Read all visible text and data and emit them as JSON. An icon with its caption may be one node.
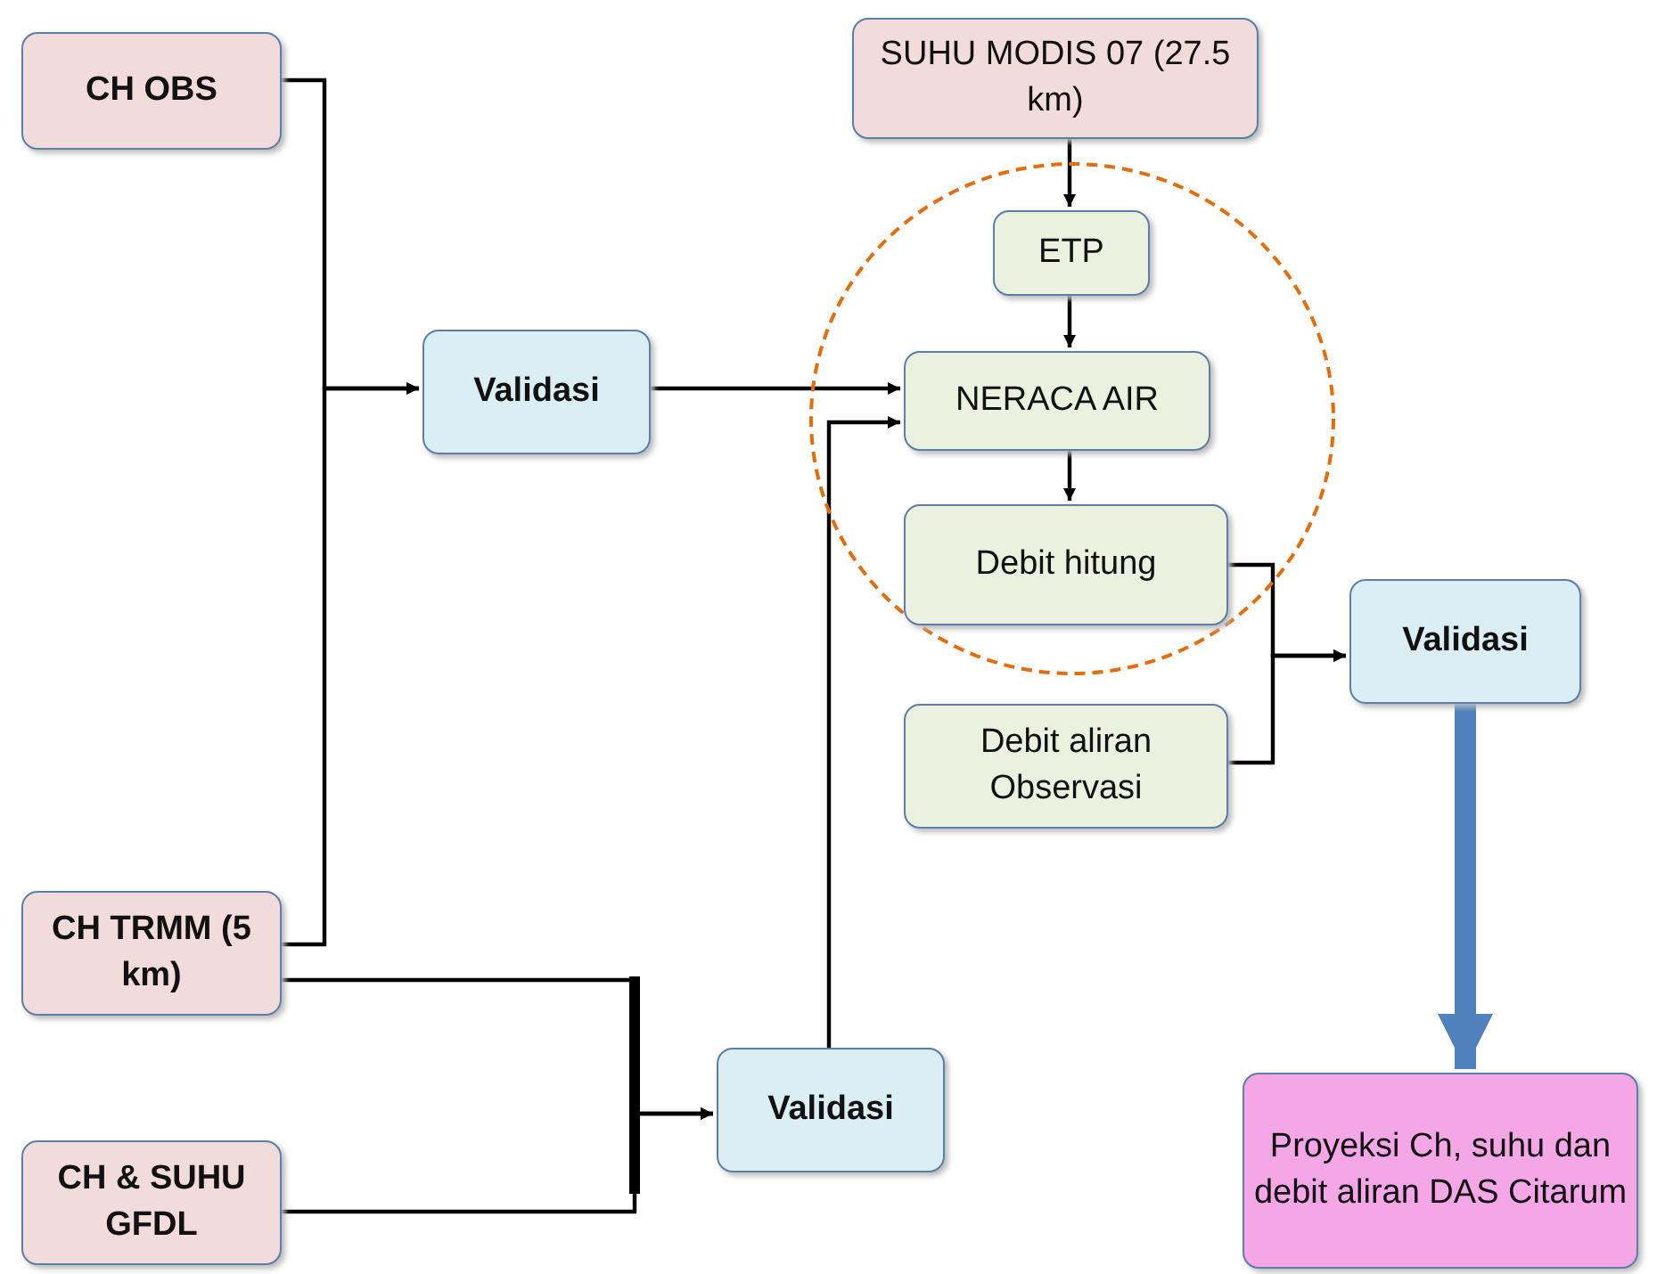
{
  "diagram": {
    "nodes": [
      {
        "text": [
          "CH OBS"
        ]
      },
      {
        "text": [
          "SUHU MODIS 07 (27.5 km)"
        ]
      },
      {
        "text": [
          "Validasi"
        ]
      },
      {
        "text": [],
        "shape": "circle"
      },
      {
        "text": [
          "ETP"
        ],
        "in": 3
      },
      {
        "text": [
          "NERACA AIR"
        ],
        "in": 3
      },
      {
        "text": [
          "Debit hitung"
        ],
        "in": 3
      },
      {
        "text": [
          "Validasi"
        ]
      },
      {
        "text": [
          "Debit aliran Observasi"
        ]
      },
      {
        "text": [
          "CH TRMM (5 km)"
        ]
      },
      {
        "text": [
          "Validasi"
        ]
      },
      {
        "text": [
          "CH & SUHU GFDL"
        ]
      },
      {
        "text": [
          "Proyeksi Ch, suhu dan debit aliran DAS Citarum"
        ]
      }
    ],
    "edges": [
      {
        "from": 0,
        "to": 2,
        "arrow": "to"
      },
      {
        "from": 9,
        "to": 2,
        "arrow": "to"
      },
      {
        "from": 2,
        "to": 5,
        "arrow": "to"
      },
      {
        "from": 1,
        "to": 4,
        "arrow": "to"
      },
      {
        "from": 4,
        "to": 5,
        "arrow": "to"
      },
      {
        "from": 5,
        "to": 6,
        "arrow": "to"
      },
      {
        "from": 6,
        "to": 7,
        "arrow": "to"
      },
      {
        "from": 8,
        "to": 7,
        "arrow": "to"
      },
      {
        "from": 9,
        "to": 10,
        "arrow": "to"
      },
      {
        "from": 11,
        "to": 10,
        "arrow": "to"
      },
      {
        "from": 10,
        "to": 5,
        "arrow": "to"
      },
      {
        "from": 7,
        "to": 12,
        "arrow": "to",
        "style": "thick",
        "color": "#4f81bd"
      }
    ]
  }
}
